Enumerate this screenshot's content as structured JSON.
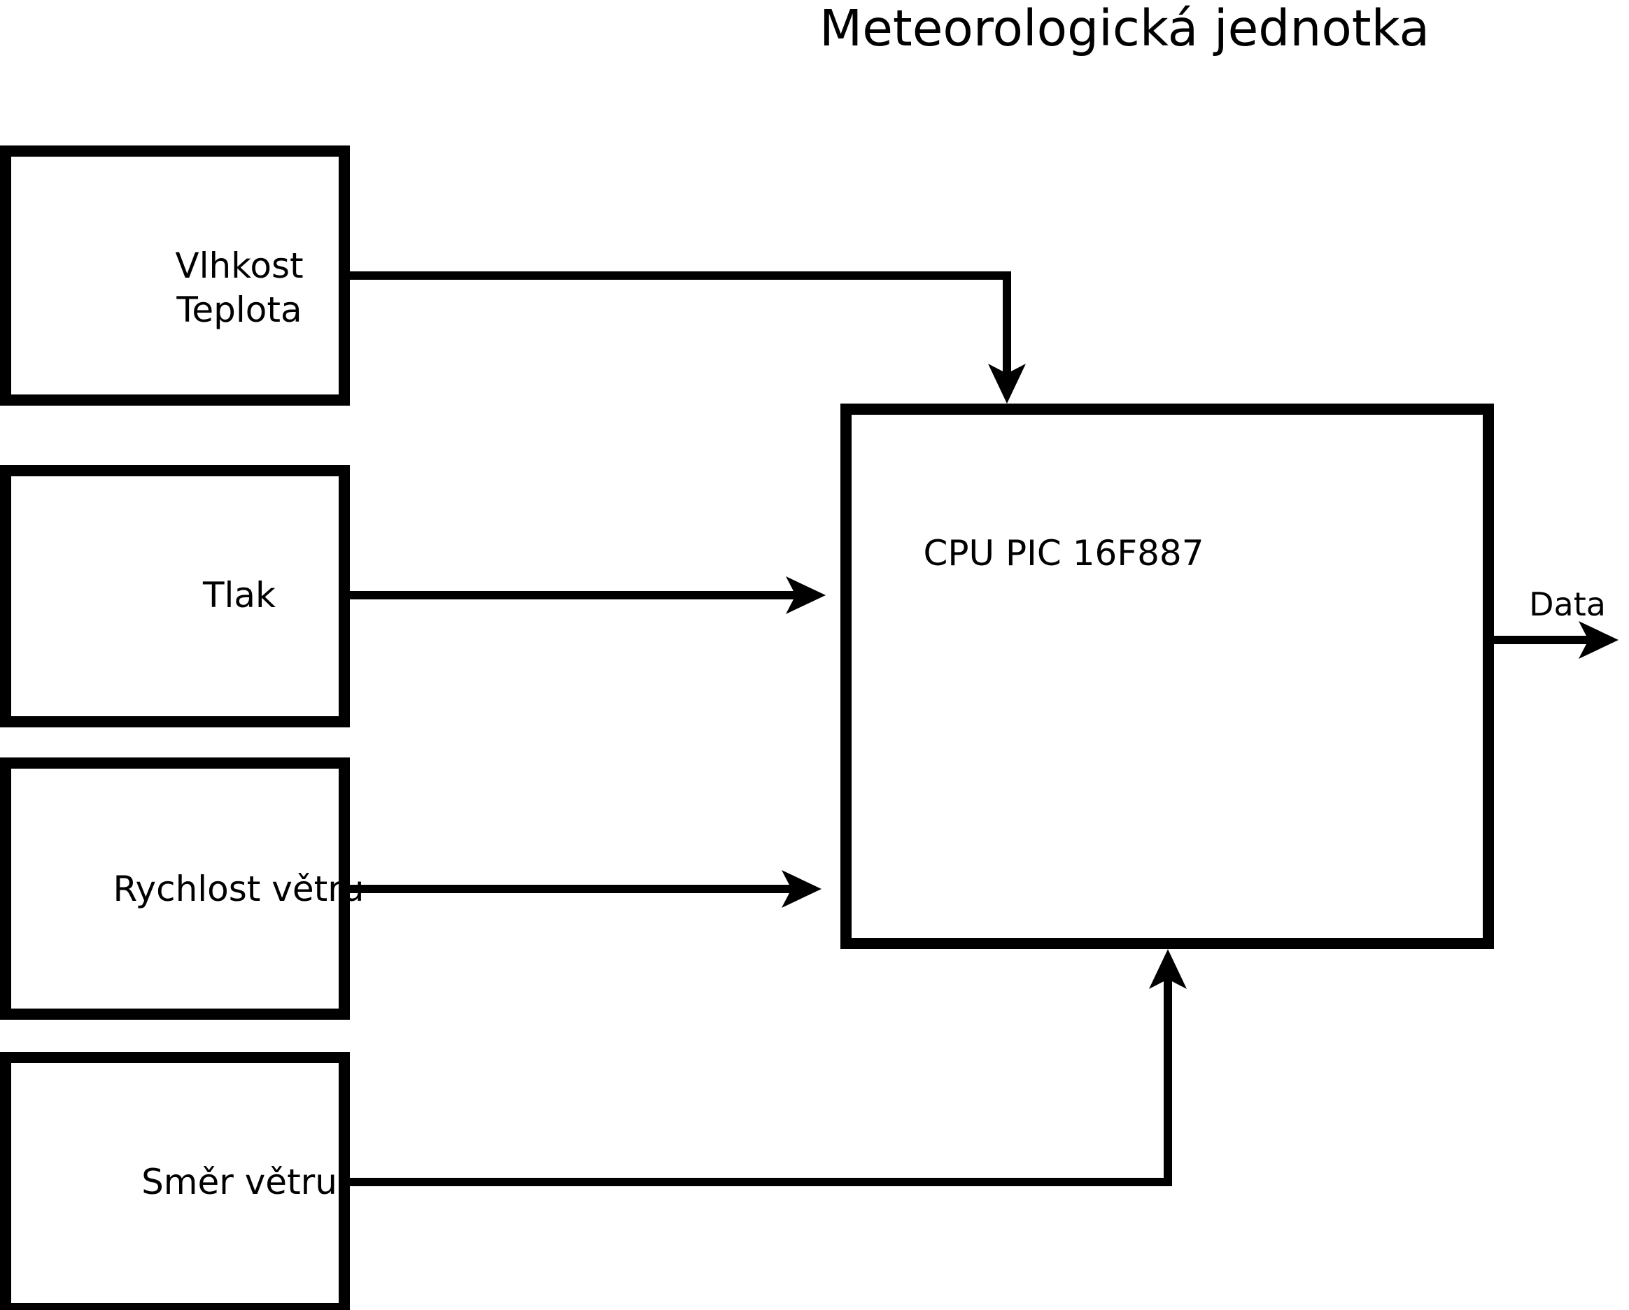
{
  "diagram": {
    "title": "Meteorologická jednotka",
    "colors": {
      "line": "#000000",
      "background": "#ffffff"
    },
    "sensors": [
      {
        "id": "humidity-temperature",
        "label_lines": [
          "Vlhkost",
          "Teplota"
        ]
      },
      {
        "id": "pressure",
        "label": "Tlak"
      },
      {
        "id": "wind-speed",
        "label": "Rychlost větru"
      },
      {
        "id": "wind-direction",
        "label": "Směr větru"
      }
    ],
    "cpu": {
      "label": "CPU PIC 16F887"
    },
    "output": {
      "label": "Data"
    },
    "connections": [
      {
        "from": "Vlhkost Teplota",
        "to": "CPU PIC 16F887",
        "enters": "top"
      },
      {
        "from": "Tlak",
        "to": "CPU PIC 16F887",
        "enters": "left"
      },
      {
        "from": "Rychlost větru",
        "to": "CPU PIC 16F887",
        "enters": "left"
      },
      {
        "from": "Směr větru",
        "to": "CPU PIC 16F887",
        "enters": "bottom"
      },
      {
        "from": "CPU PIC 16F887",
        "to": "Data",
        "exits": "right"
      }
    ]
  }
}
